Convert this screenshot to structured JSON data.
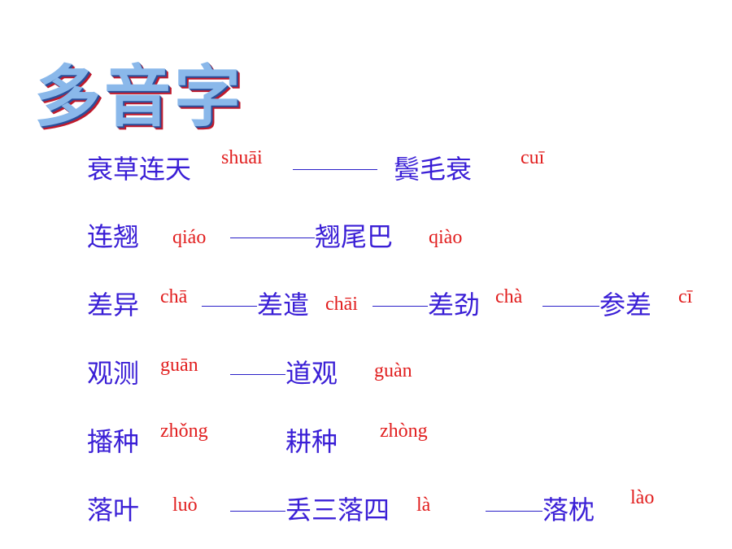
{
  "title": "多音字",
  "rows": [
    {
      "w1": "衰草连天",
      "p1": "shuāi",
      "w2": "鬓毛衰",
      "p2": "cuī"
    },
    {
      "w1": "连翘",
      "p1": "qiáo",
      "w2": "翘尾巴",
      "p2": "qiào"
    },
    {
      "w1": "差异",
      "p1": "chā",
      "w2": "差遣",
      "p2": "chāi",
      "w3": "差劲",
      "p3": "chà",
      "w4": "参差",
      "p4": "cī"
    },
    {
      "w1": "观测",
      "p1": "guān",
      "w2": "道观",
      "p2": "guàn"
    },
    {
      "w1": "播种",
      "p1": "zhǒng",
      "w2": "耕种",
      "p2": "zhòng"
    },
    {
      "w1": "落叶",
      "p1": "luò",
      "w2": "丢三落四",
      "p2": "là",
      "w3": "落枕",
      "p3": "lào"
    }
  ]
}
